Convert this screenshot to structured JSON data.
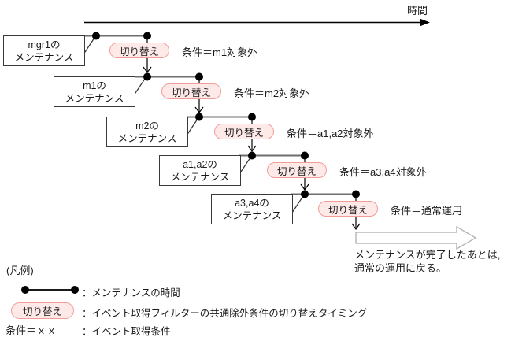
{
  "time_axis": {
    "label": "時間"
  },
  "rows": [
    {
      "box_line1": "mgr1の",
      "box_line2": "メンテナンス",
      "switch_label": "切り替え",
      "condition": "条件＝m1対象外"
    },
    {
      "box_line1": "m1の",
      "box_line2": "メンテナンス",
      "switch_label": "切り替え",
      "condition": "条件＝m2対象外"
    },
    {
      "box_line1": "m2の",
      "box_line2": "メンテナンス",
      "switch_label": "切り替え",
      "condition": "条件＝a1,a2対象外"
    },
    {
      "box_line1": "a1,a2の",
      "box_line2": "メンテナンス",
      "switch_label": "切り替え",
      "condition": "条件＝a3,a4対象外"
    },
    {
      "box_line1": "a3,a4の",
      "box_line2": "メンテナンス",
      "switch_label": "切り替え",
      "condition": "条件＝通常運用"
    }
  ],
  "completion_note": {
    "line1": "メンテナンスが完了したあとは,",
    "line2": "通常の運用に戻る。"
  },
  "legend": {
    "title": "(凡例)",
    "item1_label": "：メンテナンスの時間",
    "item2_symbol": "切り替え",
    "item2_label": "：イベント取得フィルターの共通除外条件の切り替えタイミング",
    "item3_symbol": "条件＝ｘｘ",
    "item3_label": "：イベント取得条件"
  },
  "colors": {
    "bubble_border": "#f29c96",
    "bubble_fill": "#fdeae8",
    "maintenance_line": "#6e6e6e",
    "big_arrow_outline": "#b8b8b8"
  }
}
